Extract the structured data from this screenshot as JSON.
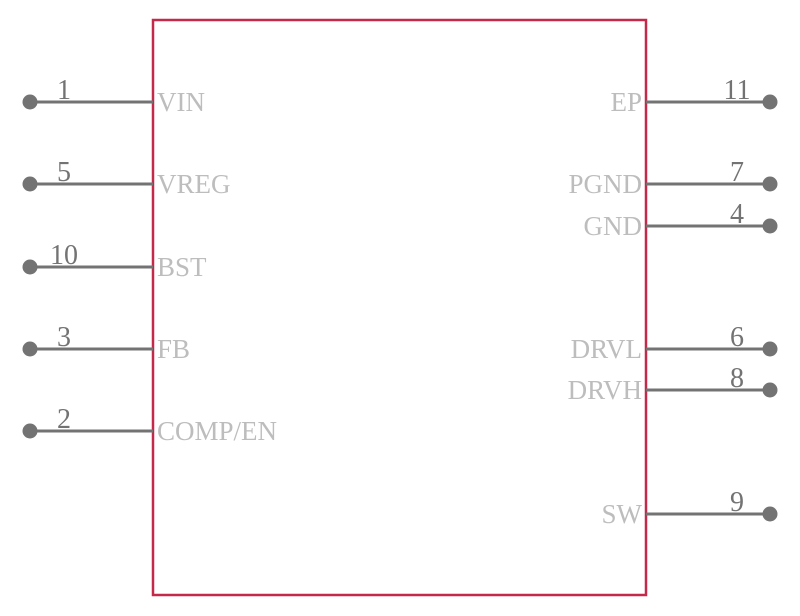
{
  "component": {
    "outline_color": "#c4294a",
    "pin_color": "#737373",
    "label_color": "#bdbdbd"
  },
  "pins": {
    "left": [
      {
        "number": "1",
        "name": "VIN"
      },
      {
        "number": "5",
        "name": "VREG"
      },
      {
        "number": "10",
        "name": "BST"
      },
      {
        "number": "3",
        "name": "FB"
      },
      {
        "number": "2",
        "name": "COMP/EN"
      }
    ],
    "right": [
      {
        "number": "11",
        "name": "EP"
      },
      {
        "number": "7",
        "name": "PGND"
      },
      {
        "number": "4",
        "name": "GND"
      },
      {
        "number": "6",
        "name": "DRVL"
      },
      {
        "number": "8",
        "name": "DRVH"
      },
      {
        "number": "9",
        "name": "SW"
      }
    ]
  }
}
